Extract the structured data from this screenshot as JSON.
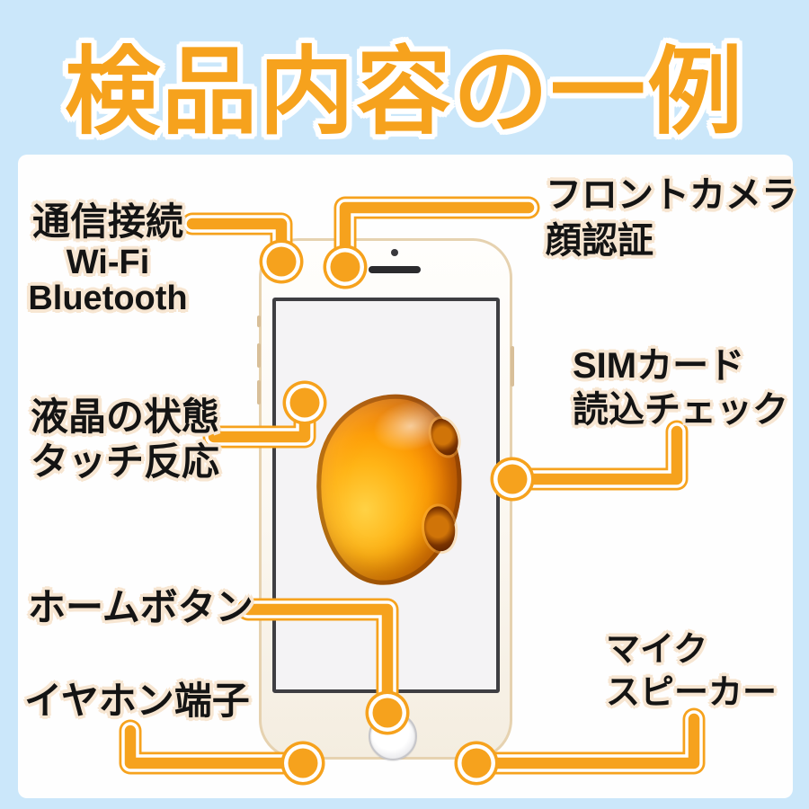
{
  "title": "検品内容の一例",
  "labels": {
    "communication": {
      "title": "通信接続",
      "items": [
        "Wi-Fi",
        "Bluetooth"
      ]
    },
    "front_camera": {
      "lines": [
        "フロントカメラ",
        "顔認証"
      ]
    },
    "sim": {
      "lines": [
        "SIMカード",
        "読込チェック"
      ]
    },
    "lcd": {
      "lines": [
        "液晶の状態",
        "タッチ反応"
      ]
    },
    "home_button": {
      "lines": [
        "ホームボタン"
      ]
    },
    "earphone_jack": {
      "lines": [
        "イヤホン端子"
      ]
    },
    "mic_speaker": {
      "lines": [
        "マイク",
        "スピーカー"
      ]
    }
  },
  "colors": {
    "accent_orange": "#F6A21D",
    "background_blue": "#CBE7FA",
    "panel_white": "#FEFEFE",
    "label_black": "#141414",
    "label_outline_cream": "#F7E6D2",
    "wallpaper_amber": "#FD9D06"
  }
}
